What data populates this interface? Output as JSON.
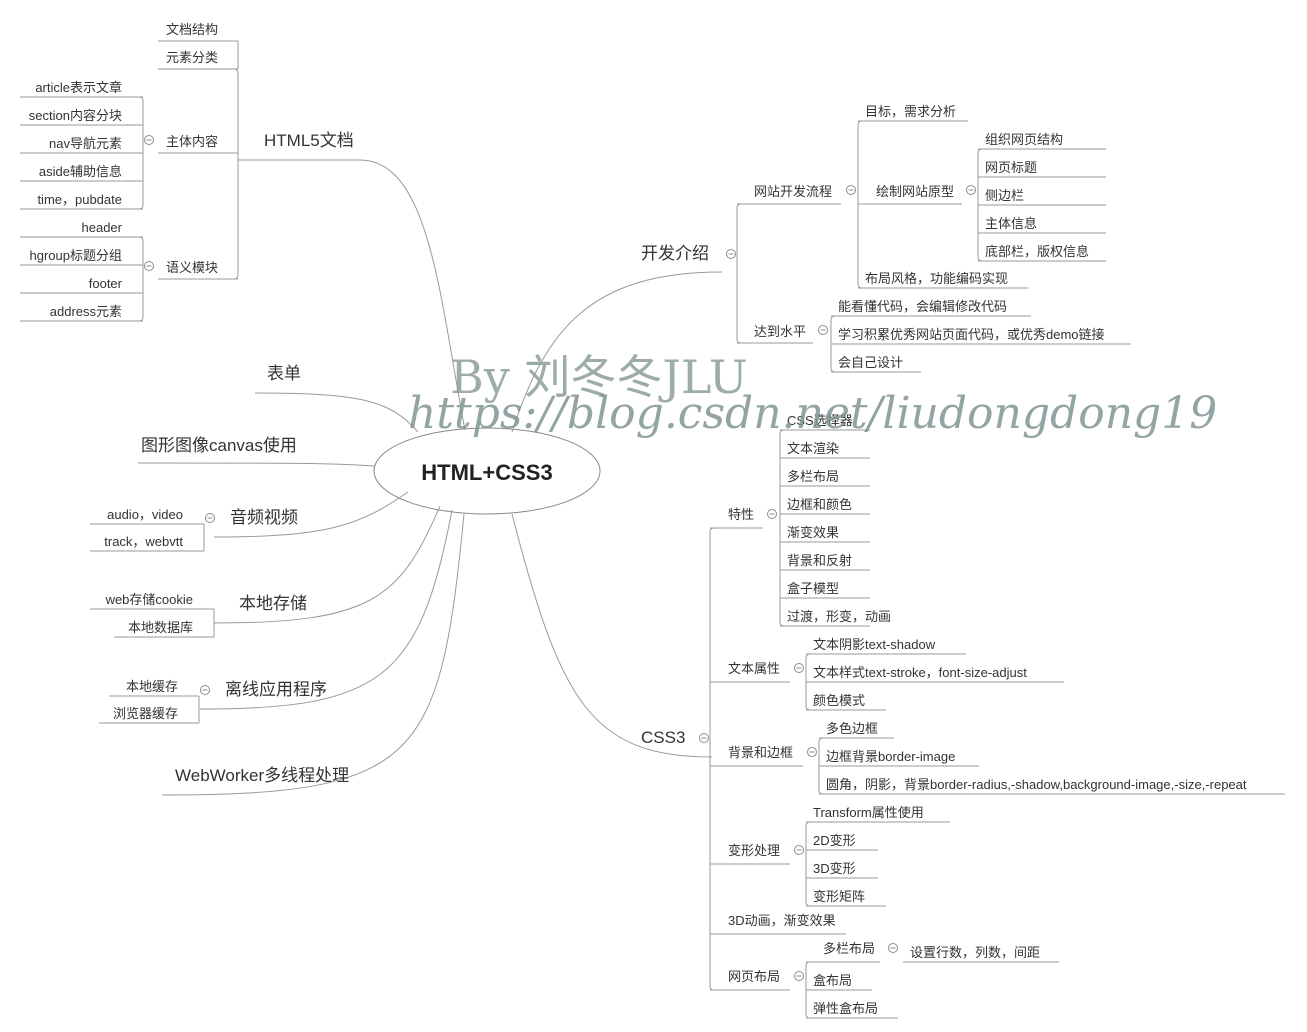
{
  "central": "HTML+CSS3",
  "watermark": {
    "line1": "By 刘冬冬JLU",
    "line2": "https://blog.csdn.net/liudongdong19"
  },
  "colors": {
    "line": "#9a9a9a",
    "text": "#333333",
    "central_text": "#222222",
    "toggle": "#8c8c8c",
    "watermark": "#7f9593"
  },
  "branches": {
    "html5": {
      "label": "HTML5文档",
      "children": [
        {
          "label": "文档结构",
          "children": []
        },
        {
          "label": "元素分类",
          "children": []
        },
        {
          "label": "主体内容",
          "children": [
            "article表示文章",
            "section内容分块",
            "nav导航元素",
            "aside辅助信息",
            "time，pubdate"
          ]
        },
        {
          "label": "语义模块",
          "children": [
            "header",
            "hgroup标题分组",
            "footer",
            "address元素"
          ]
        }
      ]
    },
    "form": {
      "label": "表单"
    },
    "canvas": {
      "label": "图形图像canvas使用"
    },
    "av": {
      "label": "音频视频",
      "children": [
        "audio，video",
        "track，webvtt"
      ]
    },
    "storage": {
      "label": "本地存储",
      "children": [
        "web存储cookie",
        "本地数据库"
      ]
    },
    "offline": {
      "label": "离线应用程序",
      "children": [
        "本地缓存",
        "浏览器缓存"
      ]
    },
    "webworker": {
      "label": "WebWorker多线程处理"
    },
    "dev": {
      "label": "开发介绍",
      "children": [
        {
          "label": "网站开发流程",
          "children": [
            {
              "label": "目标，需求分析",
              "children": []
            },
            {
              "label": "绘制网站原型",
              "children": [
                "组织网页结构",
                "网页标题",
                "侧边栏",
                "主体信息",
                "底部栏，版权信息"
              ]
            },
            {
              "label": "布局风格，功能编码实现",
              "children": []
            }
          ]
        },
        {
          "label": "达到水平",
          "children": [
            "能看懂代码，会编辑修改代码",
            "学习积累优秀网站页面代码，或优秀demo链接",
            "会自己设计"
          ]
        }
      ]
    },
    "css3": {
      "label": "CSS3",
      "children": [
        {
          "label": "特性",
          "children": [
            "CSS选择器",
            "文本渲染",
            "多栏布局",
            "边框和颜色",
            "渐变效果",
            "背景和反射",
            "盒子模型",
            "过渡，形变，动画"
          ]
        },
        {
          "label": "文本属性",
          "children": [
            "文本阴影text-shadow",
            "文本样式text-stroke，font-size-adjust",
            "颜色模式"
          ]
        },
        {
          "label": "背景和边框",
          "children": [
            "多色边框",
            "边框背景border-image",
            "圆角，阴影，背景border-radius,-shadow,background-image,-size,-repeat"
          ]
        },
        {
          "label": "变形处理",
          "children": [
            "Transform属性使用",
            "2D变形",
            "3D变形",
            "变形矩阵"
          ]
        },
        {
          "label": "3D动画，渐变效果",
          "children": []
        },
        {
          "label": "网页布局",
          "children": [
            {
              "label": "多栏布局",
              "children": [
                "设置行数，列数，间距"
              ]
            },
            {
              "label": "盒布局",
              "children": []
            },
            {
              "label": "弹性盒布局",
              "children": []
            }
          ]
        }
      ]
    }
  }
}
